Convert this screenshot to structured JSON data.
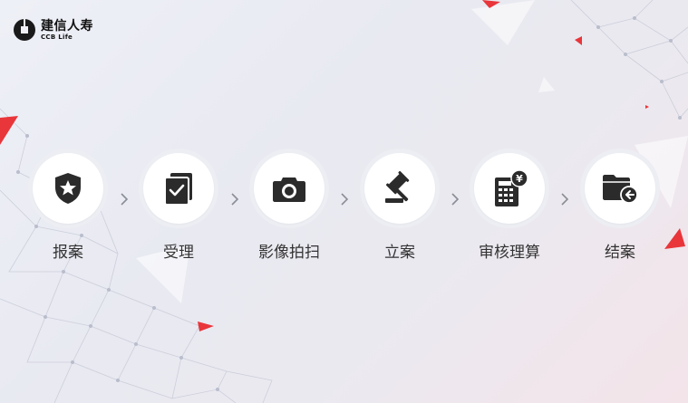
{
  "brand": {
    "name_cn": "建信人寿",
    "name_en": "CCB Life",
    "accent_color": "#e8363b",
    "icon_color": "#2b2b2b"
  },
  "process": {
    "steps": [
      {
        "label": "报案",
        "icon": "shield-star-icon"
      },
      {
        "label": "受理",
        "icon": "checked-document-icon"
      },
      {
        "label": "影像拍扫",
        "icon": "camera-icon"
      },
      {
        "label": "立案",
        "icon": "gavel-icon"
      },
      {
        "label": "审核理算",
        "icon": "calculator-yen-icon"
      },
      {
        "label": "结案",
        "icon": "folder-return-icon"
      }
    ],
    "separator_icon": "chevron-right-icon"
  }
}
